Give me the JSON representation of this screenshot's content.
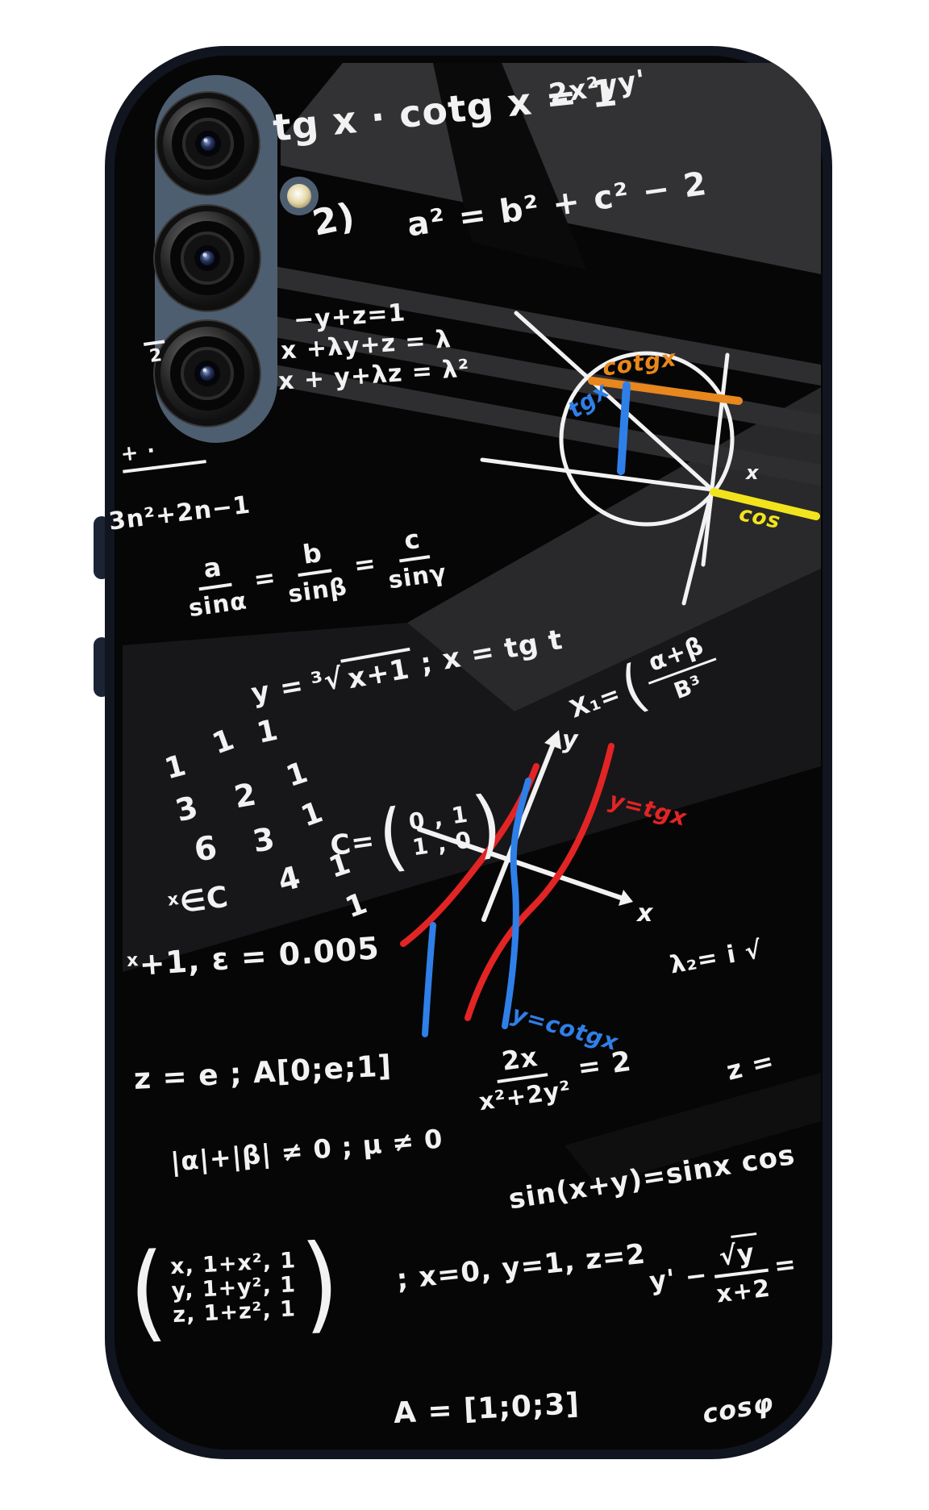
{
  "page": {
    "background": "#ffffff"
  },
  "colors": {
    "page": "#ffffff",
    "chalk": "#f2f2f2",
    "orange": "#e8871d",
    "blue": "#2f7fe8",
    "yellow": "#f2e41c",
    "red": "#e32424",
    "case": "#060606",
    "plate": "#4e5e71",
    "frame": "#10151f",
    "button": "#1a2434",
    "stripe": "#2e2e31",
    "glass": "#29292c",
    "pane": "#17171a",
    "topglass": "#323235",
    "wedge": "#0a0a0a"
  },
  "phone": {
    "camera_count": "3"
  },
  "formulas": {
    "exp_top_right": "2x²yy'",
    "identity": "tg x · cotg x = 1",
    "paren_partial": "2)",
    "law_of_cosines": "a² = b² + c² − 2",
    "system": [
      "−y+z=1",
      "x +λy+z = λ",
      "x + y+λz = λ²"
    ],
    "edge_fraction_top": "+ ·",
    "edge_two": "2",
    "quadratic": "3n²+2n−1",
    "sine_rule": {
      "num1": "a",
      "den1": "sinα",
      "eq": "=",
      "num2": "b",
      "den2": "sinβ",
      "num3": "c",
      "den3": "sinγ"
    },
    "cube_root": {
      "lead": "y =",
      "root": "³√",
      "radicand": "x+1",
      "rest": ";  x = tg t"
    },
    "x1": {
      "lead": "X₁=",
      "open": "(",
      "num": "α+β",
      "den": "B³"
    },
    "pascal": [
      "1",
      "1",
      "1",
      "1",
      "2",
      "3",
      "1",
      "3",
      "6",
      "4",
      "1",
      "1"
    ],
    "membership": {
      "sup": "x",
      "main": "∈C"
    },
    "epsilon": {
      "sup": "x",
      "main": "+1, ε = 0.005"
    },
    "matrix_c": {
      "lead": "C=",
      "open": "(",
      "row1": "0 , 1",
      "row2": "1 , 0",
      "close": ")"
    },
    "graph": {
      "y": "y",
      "x": "x",
      "red": "y=tgx",
      "blue": "y=cotgx"
    },
    "lambda2": "λ₂= i √",
    "z_def": "z = e ; A[0;e;1]",
    "rational": {
      "num": "2x",
      "den": "x²+2y²",
      "rhs": "= 2"
    },
    "z_partial": "z =",
    "nonzero": "|α|+|β| ≠ 0 ; μ ≠ 0",
    "sin_sum": "sin(x+y)=sinx cos",
    "derivative": {
      "lead": "y' −",
      "root": "√",
      "radicand": "y",
      "den": "x+2",
      "rhs": "="
    },
    "matrix_open": "(",
    "matrix_rows": [
      "x, 1+x², 1",
      "y, 1+y², 1",
      "z, 1+z², 1"
    ],
    "matrix_close": ")",
    "matrix_rhs": "; x=0, y=1, z=2",
    "vector_a": "A = [1;0;3]",
    "cos_phi": "cosφ",
    "circle": {
      "cotg": "cotgx",
      "tg": "tgx",
      "cos": "cos",
      "x": "x"
    }
  }
}
